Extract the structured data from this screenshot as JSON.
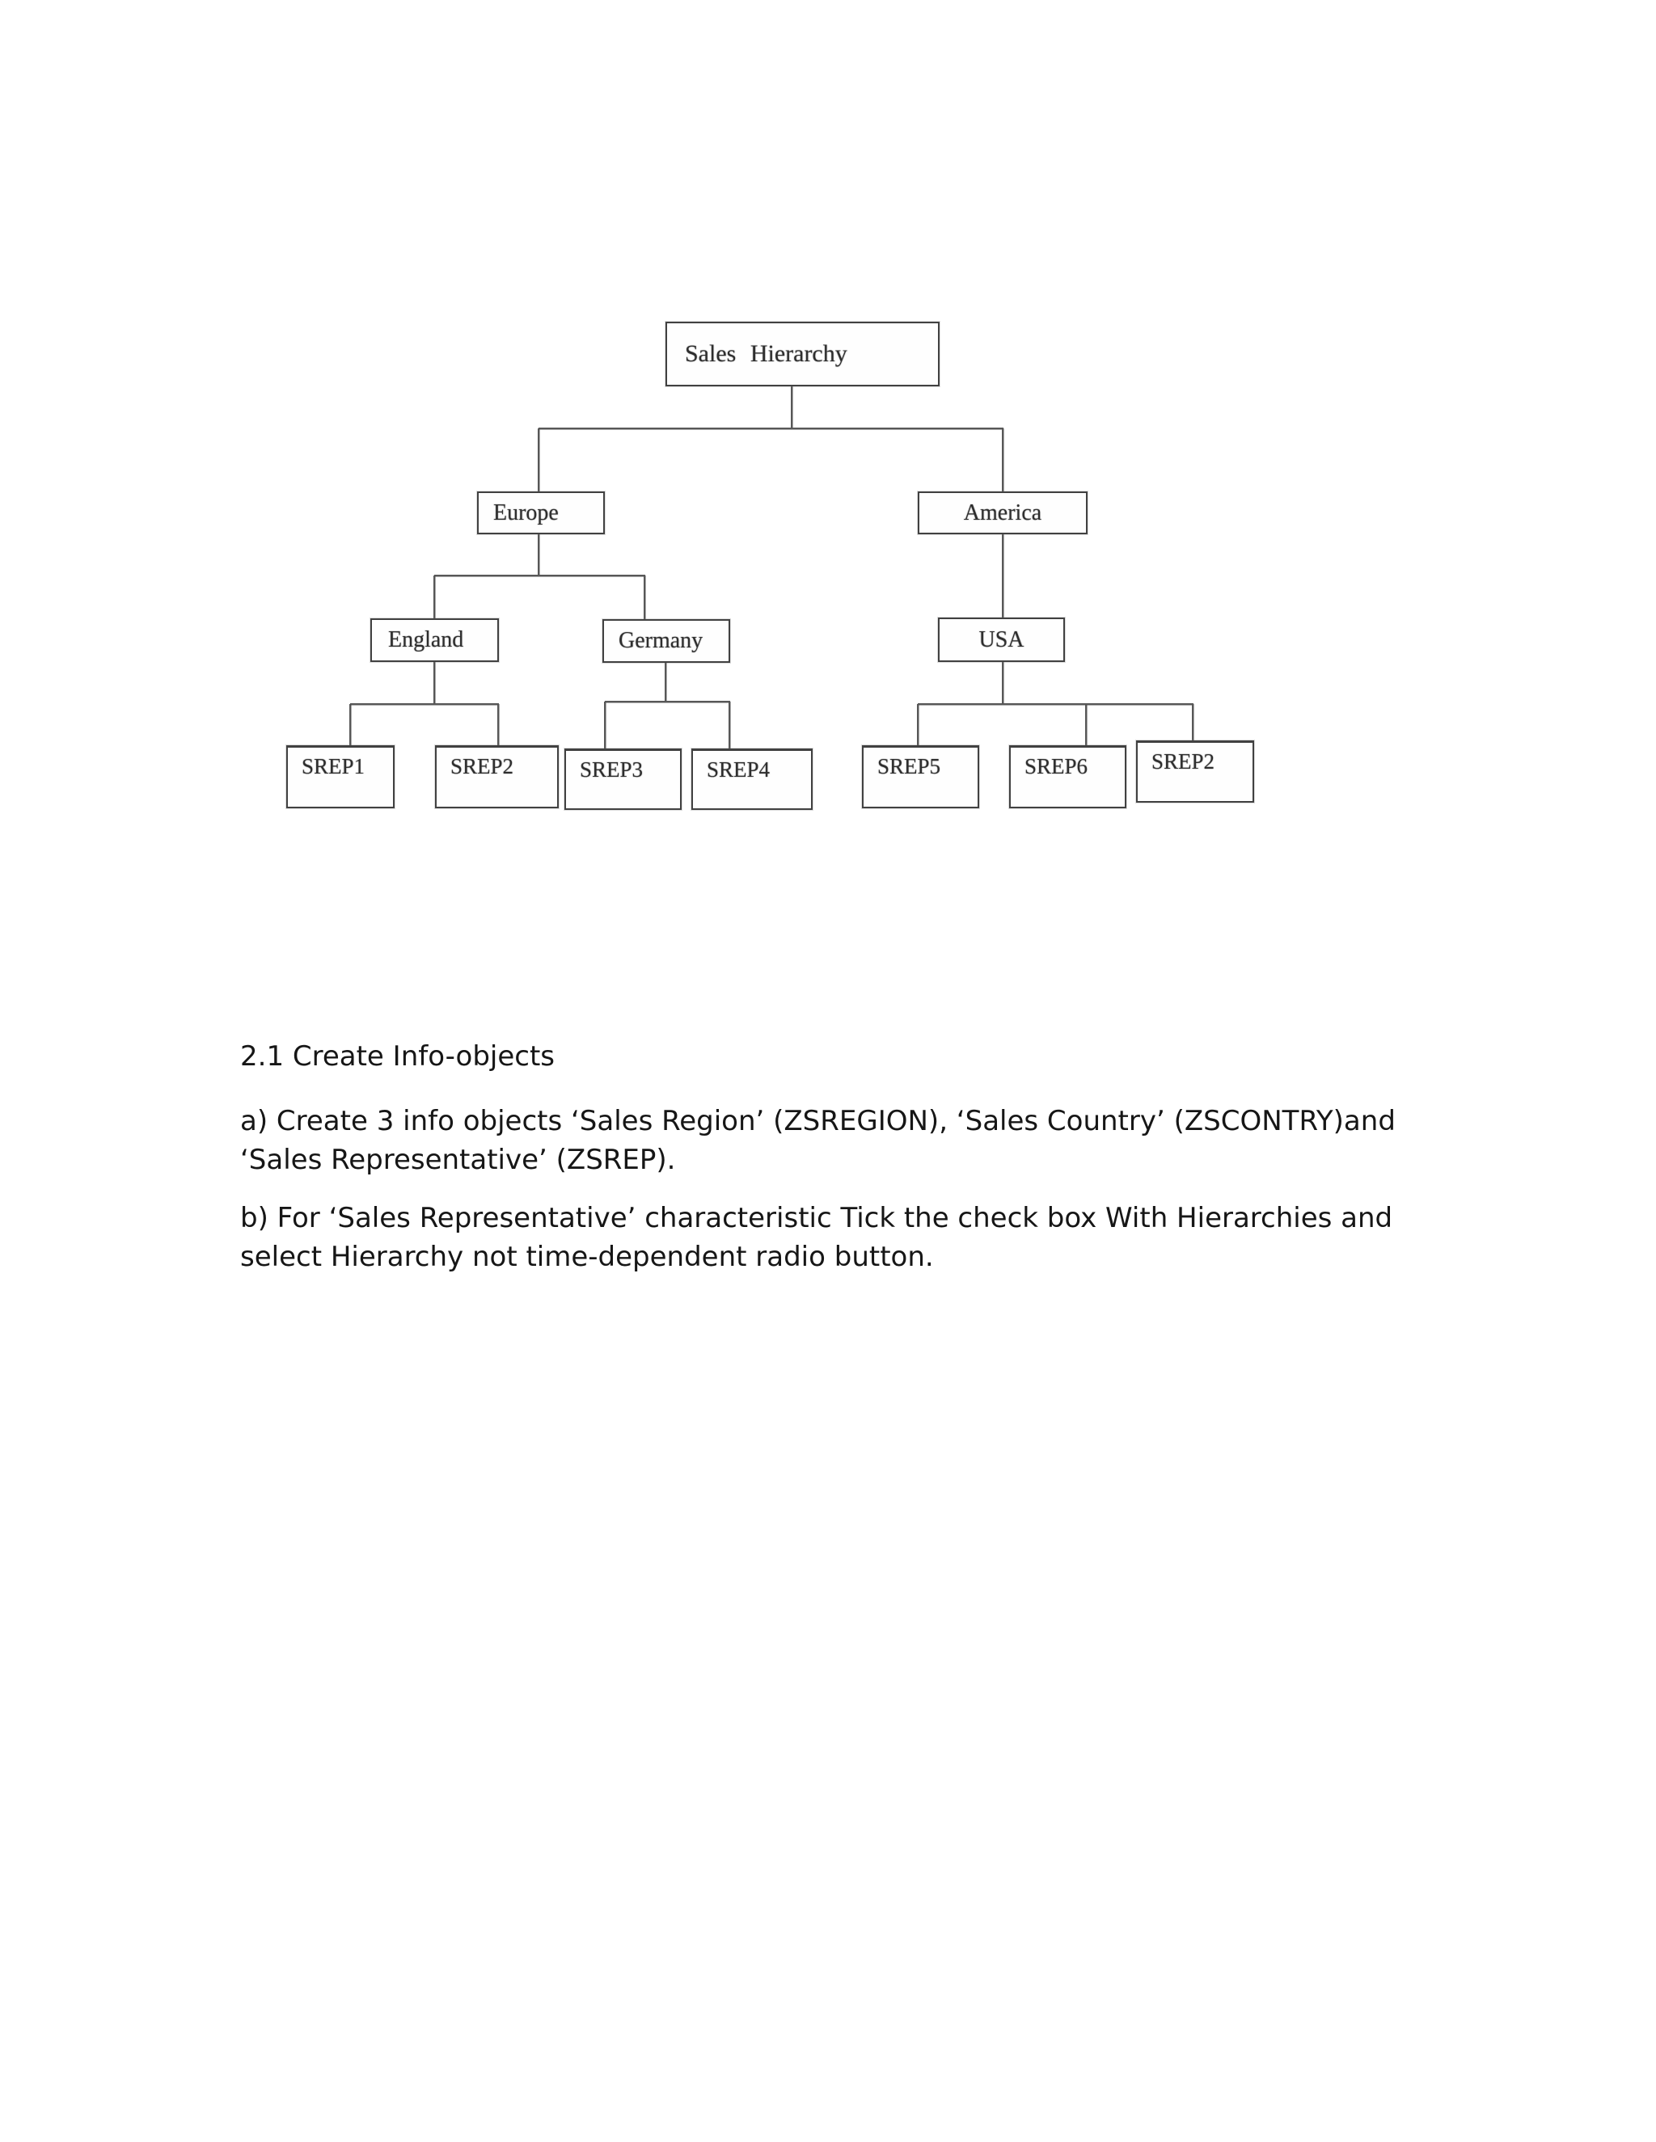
{
  "diagram": {
    "nodes": {
      "sales_hierarchy": "Sales Hierarchy",
      "europe": "Europe",
      "america": "America",
      "england": "England",
      "germany": "Germany",
      "usa": "USA",
      "srep1": "SREP1",
      "srep2": "SREP2",
      "srep3": "SREP3",
      "srep4": "SREP4",
      "srep5": "SREP5",
      "srep6": "SREP6",
      "srep2_right": "SREP2"
    }
  },
  "section": {
    "heading": "2.1 Create Info-objects",
    "paragraph_a": {
      "line1": "a) Create 3 info objects ‘Sales Region’ (ZSREGION), ‘Sales Country’ (ZSCONTRY)and",
      "line2": "‘Sales Representative’ (ZSREP)."
    },
    "paragraph_b": {
      "line1": "b) For ‘Sales Representative’ characteristic Tick the check box With Hierarchies and",
      "line2": "select Hierarchy not time-dependent radio button."
    }
  },
  "colors": {
    "background": "#ffffff",
    "line": "#575757",
    "box_border": "#414141",
    "diagram_text": "#2e2e2e",
    "body_text": "#161616"
  }
}
